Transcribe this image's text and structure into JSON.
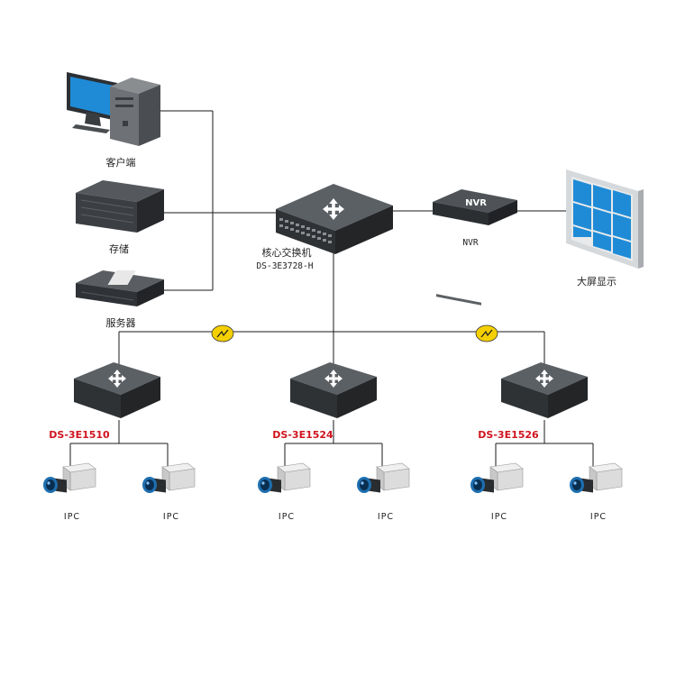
{
  "nodes": {
    "client": {
      "label": "客户端"
    },
    "storage": {
      "label": "存储"
    },
    "server": {
      "label": "服务器"
    },
    "core_switch": {
      "label": "核心交换机",
      "model": "DS-3E3728-H"
    },
    "nvr": {
      "label": "NVR",
      "badge": "NVR"
    },
    "big_screen": {
      "label": "大屏显示"
    },
    "access_switches": [
      {
        "model": "DS-3E1510"
      },
      {
        "model": "DS-3E1524"
      },
      {
        "model": "DS-3E1526"
      }
    ],
    "camera_label": "IPC"
  },
  "colors": {
    "model_red": "#d0141e",
    "screen_blue": "#1f8bd6",
    "device_dark": "#3c3f42"
  },
  "icons": [
    "computer-icon",
    "storage-icon",
    "server-icon",
    "core-switch-icon",
    "nvr-icon",
    "video-wall-icon",
    "access-switch-icon",
    "ip-camera-icon",
    "lightning-icon"
  ]
}
